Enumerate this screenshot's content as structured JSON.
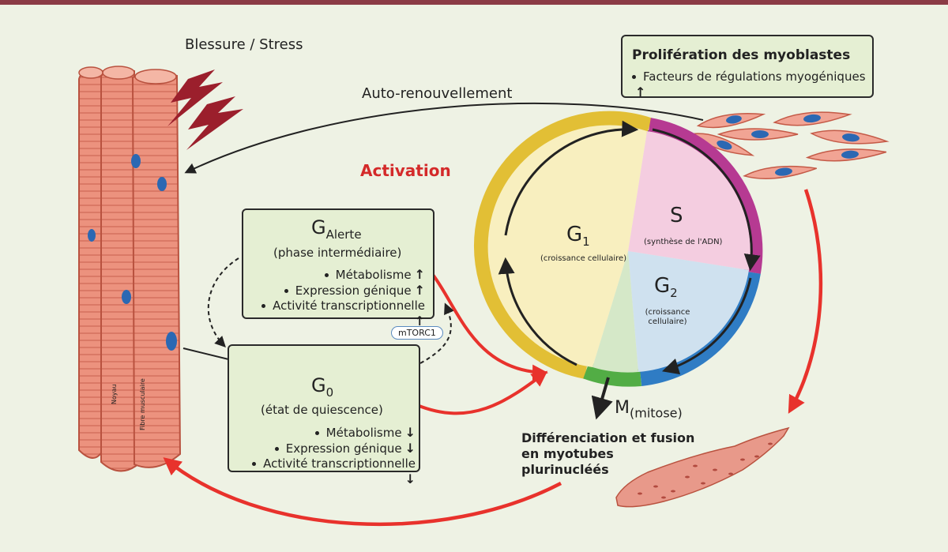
{
  "title_stress": "Blessure / Stress",
  "self_renewal": "Auto-renouvellement",
  "activation": "Activation",
  "colors": {
    "red": "#e8322c",
    "g1": "#e2bf35",
    "s": "#b63a92",
    "g2": "#2f7cc4",
    "m": "#52ad45",
    "box_bg": "#e5efd3",
    "muscle": "#ea8c78"
  },
  "proliferation": {
    "title": "Prolifération des myoblastes",
    "item": "Facteurs de régulations myogéniques",
    "arrow": "↑"
  },
  "galert": {
    "main": "G",
    "sub": "Alerte",
    "subtitle": "(phase intermédiaire)",
    "items": [
      "Métabolisme",
      "Expression génique",
      "Activité transcriptionnelle"
    ],
    "arrow": "↑"
  },
  "g0": {
    "main": "G",
    "sub": "0",
    "subtitle": "(état de quiescence)",
    "items": [
      "Métabolisme",
      "Expression génique",
      "Activité transcriptionnelle"
    ],
    "arrow": "↓"
  },
  "mtorc1": "mTORC1",
  "cycle": {
    "g1": {
      "main": "G",
      "sub": "1",
      "desc": "(croissance cellulaire)"
    },
    "s": {
      "main": "S",
      "desc": "(synthèse de l'ADN)"
    },
    "g2": {
      "main": "G",
      "sub": "2",
      "desc1": "(croissance",
      "desc2": "cellulaire)"
    },
    "m": {
      "main": "M",
      "sub": "(mitose)"
    }
  },
  "differentiation": [
    "Différenciation et fusion",
    "en myotubes",
    "plurinucléés"
  ],
  "fiber_labels": {
    "noyau": "Noyau",
    "fibre": "Fibre musculaire"
  }
}
